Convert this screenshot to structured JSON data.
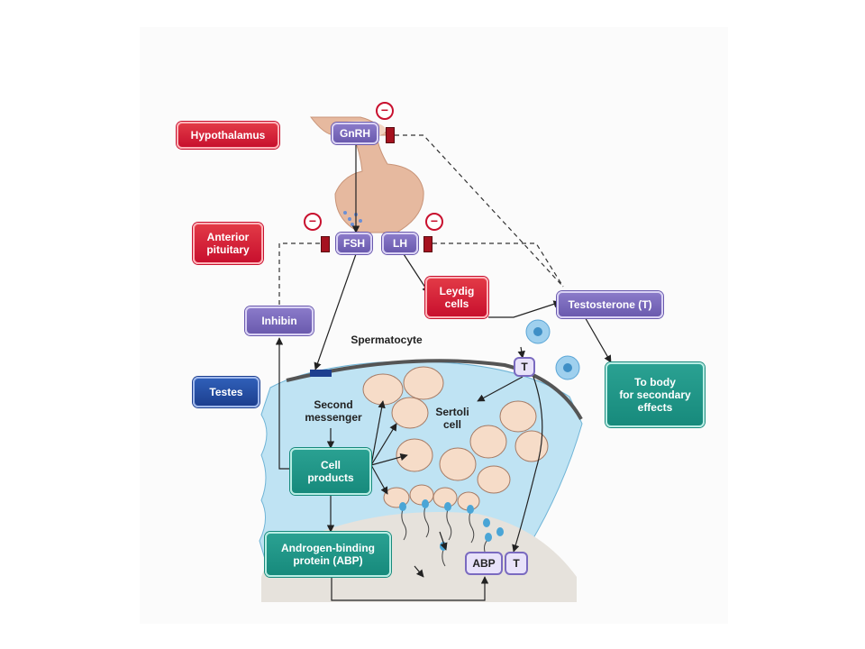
{
  "labels": {
    "hypothalamus": "Hypothalamus",
    "anterior_pituitary": "Anterior\npituitary",
    "testes": "Testes",
    "gnrh": "GnRH",
    "fsh": "FSH",
    "lh": "LH",
    "leydig_cells": "Leydig\ncells",
    "testosterone": "Testosterone (T)",
    "inhibin": "Inhibin",
    "to_body": "To body\nfor secondary\neffects",
    "spermatocyte": "Spermatocyte",
    "second_messenger": "Second\nmessenger",
    "sertoli_cell": "Sertoli\ncell",
    "cell_products": "Cell\nproducts",
    "abp_full": "Androgen-binding\nprotein (ABP)",
    "t_small": "T",
    "abp_short": "ABP",
    "t_abp": "T",
    "minus_sign": "−"
  },
  "colors": {
    "organ_label": "#c8102e",
    "testes_label": "#1d3f8f",
    "hormone_box": "#7a6ac0",
    "product_box": "#178a7c",
    "inhibition_bar": "#a5121f",
    "tubule_fill": "#bfe3f3",
    "cell_fill": "#f6dcc8",
    "pituitary_fill": "#e6b99f"
  }
}
